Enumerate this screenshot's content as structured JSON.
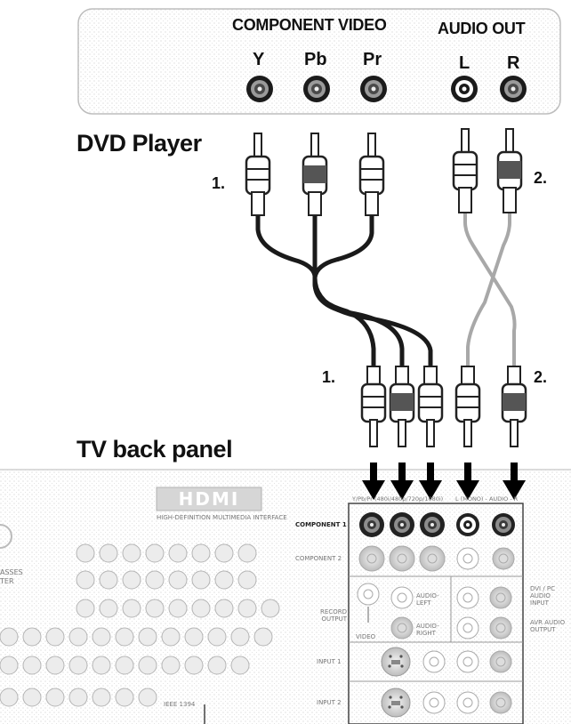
{
  "dvd": {
    "title": "DVD Player",
    "component_video_label": "COMPONENT VIDEO",
    "audio_out_label": "AUDIO OUT",
    "jacks": [
      "Y",
      "Pb",
      "Pr",
      "L",
      "R"
    ]
  },
  "steps": {
    "one": "1.",
    "two": "2."
  },
  "tv": {
    "title": "TV back panel",
    "hdmi_logo": "HDMI",
    "hdmi_tagline": "HIGH-DEFINITION MULTIMEDIA INTERFACE",
    "component_header": "Y/Pb/Pr (480i/480p/720p/1080i)",
    "audio_header": "L (MONO) - AUDIO - R",
    "partial_text_1": "ASSES",
    "partial_text_2": "TER",
    "row_labels": {
      "component1": "COMPONENT 1",
      "component2": "COMPONENT 2",
      "record_output": "RECORD OUTPUT",
      "input1": "INPUT 1",
      "input2": "INPUT 2",
      "ieee": "IEEE 1394"
    },
    "jack_labels": {
      "video": "VIDEO",
      "audio_left": "AUDIO-LEFT",
      "audio_right": "AUDIO-RIGHT",
      "dvi_audio": "DVI / PC AUDIO INPUT",
      "avr_audio": "AVR AUDIO OUTPUT"
    }
  },
  "colors": {
    "video_cable": "#1a1a1a",
    "audio_cable": "#a8a8a8",
    "panel_border": "#c8c8c8",
    "arrow": "#000000"
  }
}
